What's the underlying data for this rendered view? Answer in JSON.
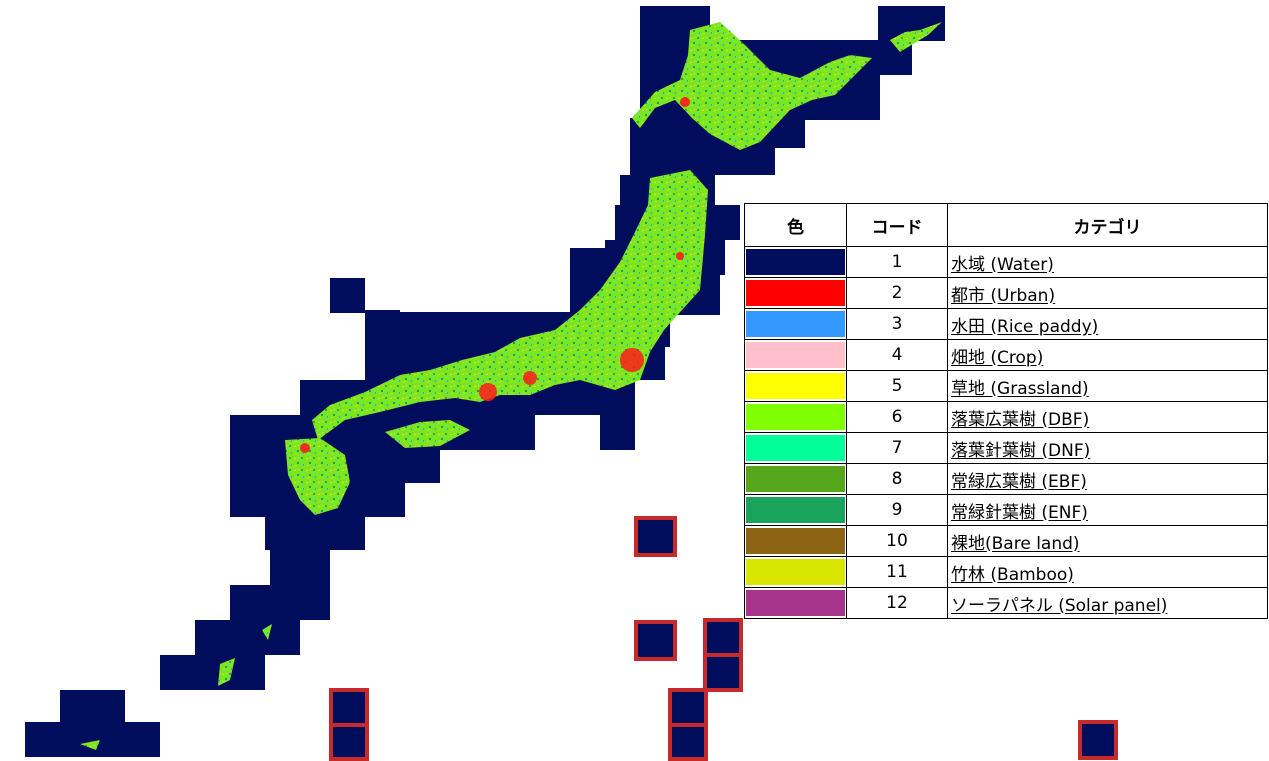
{
  "map": {
    "water_color": "#000c5c",
    "highlight_border_color": "#c62a2a",
    "land_colors": [
      "#7de61e",
      "#9ef03a",
      "#3aa82c",
      "#1e9c5a",
      "#e0e61a",
      "#2aa0ff",
      "#ff1a1a",
      "#ffc0c0",
      "#1affa0",
      "#7a5a1a",
      "#a0288c"
    ]
  },
  "legend": {
    "headers": {
      "color": "色",
      "code": "コード",
      "category": "カテゴリ"
    },
    "rows": [
      {
        "code": "1",
        "label": "水域 (Water)",
        "color": "#000c5c"
      },
      {
        "code": "2",
        "label": "都市 (Urban)",
        "color": "#ff0000"
      },
      {
        "code": "3",
        "label": "水田 (Rice paddy)",
        "color": "#3399ff"
      },
      {
        "code": "4",
        "label": "畑地 (Crop)",
        "color": "#ffc0cb"
      },
      {
        "code": "5",
        "label": "草地 (Grassland)",
        "color": "#ffff00"
      },
      {
        "code": "6",
        "label": "落葉広葉樹 (DBF)",
        "color": "#80ff00"
      },
      {
        "code": "7",
        "label": "落葉針葉樹 (DNF)",
        "color": "#00ff99"
      },
      {
        "code": "8",
        "label": "常緑広葉樹 (EBF)",
        "color": "#55a61a"
      },
      {
        "code": "9",
        "label": "常緑針葉樹 (ENF)",
        "color": "#1aa35c"
      },
      {
        "code": "10",
        "label": "裸地(Bare land)",
        "color": "#8c6414"
      },
      {
        "code": "11",
        "label": "竹林 (Bamboo)",
        "color": "#d9e600"
      },
      {
        "code": "12",
        "label": "ソーラパネル (Solar panel)",
        "color": "#a6338c"
      }
    ]
  }
}
